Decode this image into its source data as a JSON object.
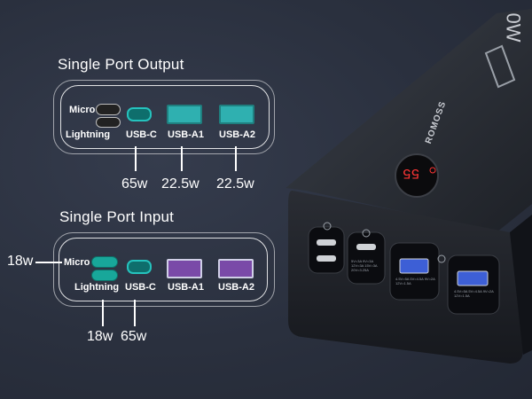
{
  "output": {
    "heading": "Single Port Output",
    "labels": {
      "micro": "Micro",
      "lightning": "Lightning",
      "usbc": "USB-C",
      "usba1": "USB-A1",
      "usba2": "USB-A2"
    },
    "values": {
      "usbc": "65w",
      "usba1": "22.5w",
      "usba2": "22.5w"
    }
  },
  "input": {
    "heading": "Single Port Input",
    "labels": {
      "micro": "Micro",
      "lightning": "Lightning",
      "usbc": "USB-C",
      "usba1": "USB-A1",
      "usba2": "USB-A2"
    },
    "values": {
      "micro": "18w",
      "lightning": "18w",
      "usbc": "65w"
    }
  },
  "device": {
    "brand": "ROMOSS",
    "display": "55",
    "side_text": "0W",
    "port_specs": {
      "c1": "5V=3A 9V=3A 12V=3A 15V=3A 20V=3.25A",
      "a1": "4.5V=5A 5V=4.5A 9V=2A 12V=1.5A",
      "a2": "4.5V=5A 5V=4.5A 9V=2A 12V=1.5A"
    }
  },
  "colors": {
    "background": "#2b3140",
    "usbc_port": "#1fa6a4",
    "usba_output": "#2fb0b0",
    "usba_input": "#7a4aa8",
    "teal_input": "#18a79a",
    "device_body": "#1f2229",
    "display_red": "#ff3535"
  }
}
